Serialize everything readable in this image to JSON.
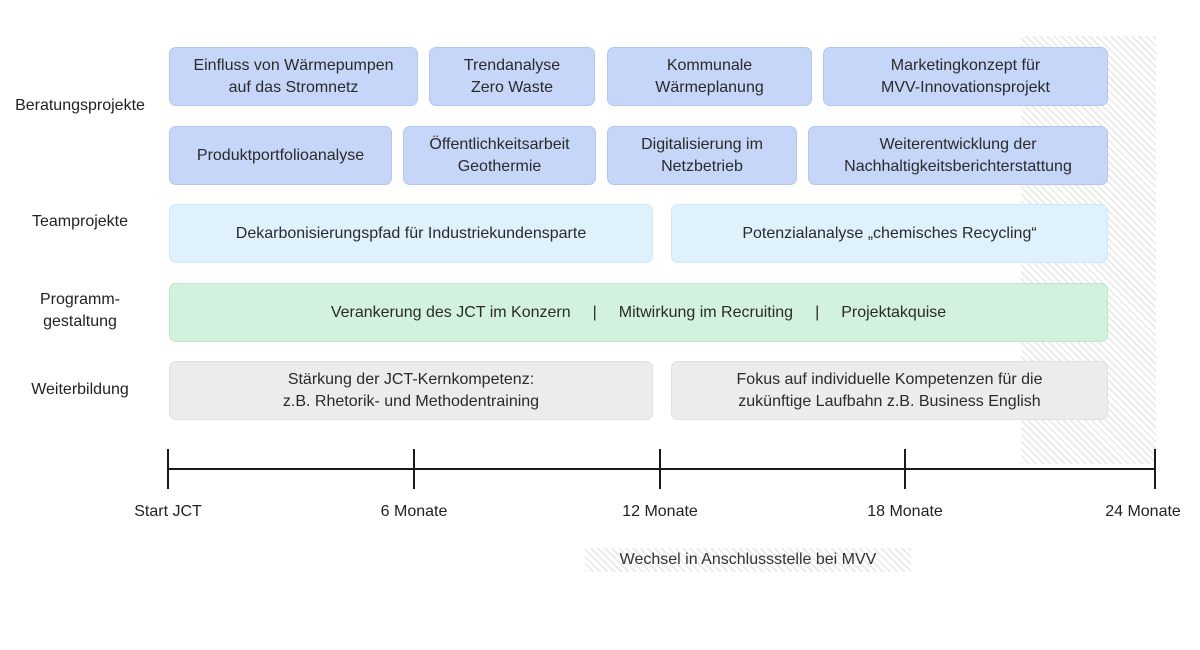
{
  "rows": {
    "beratung": "Beratungsprojekte",
    "team": "Teamprojekte",
    "programm": "Programm-\ngestaltung",
    "weiterbildung": "Weiterbildung"
  },
  "beratung_top": [
    "Einfluss von Wärmepumpen\nauf das Stromnetz",
    "Trendanalyse\nZero Waste",
    "Kommunale\nWärmeplanung",
    "Marketingkonzept für\nMVV-Innovationsprojekt"
  ],
  "beratung_bottom": [
    "Produktportfolioanalyse",
    "Öffentlichkeitsarbeit\nGeothermie",
    "Digitalisierung im\nNetzbetrieb",
    "Weiterentwicklung der\nNachhaltigkeitsberichterstattung"
  ],
  "team": [
    "Dekarbonisierungspfad für Industriekundensparte",
    "Potenzialanalyse „chemisches Recycling“"
  ],
  "programm": {
    "items": [
      "Verankerung des JCT im Konzern",
      "Mitwirkung im Recruiting",
      "Projektakquise"
    ],
    "separator": "|"
  },
  "weiterbildung": [
    "Stärkung der JCT-Kernkompetenz:\nz.B. Rhetorik- und Methodentraining",
    "Fokus auf individuelle Kompetenzen für die\nzukünftige Laufbahn z.B. Business English"
  ],
  "timeline": {
    "ticks": [
      "Start JCT",
      "6 Monate",
      "12 Monate",
      "18 Monate",
      "24 Monate"
    ]
  },
  "note": "Wechsel in Anschlussstelle bei MVV",
  "colors": {
    "beratung": "#c6d6f8",
    "team": "#dff1fc",
    "programm": "#d3f2de",
    "weiterbildung": "#ececec",
    "axis": "#1a1a1a"
  }
}
